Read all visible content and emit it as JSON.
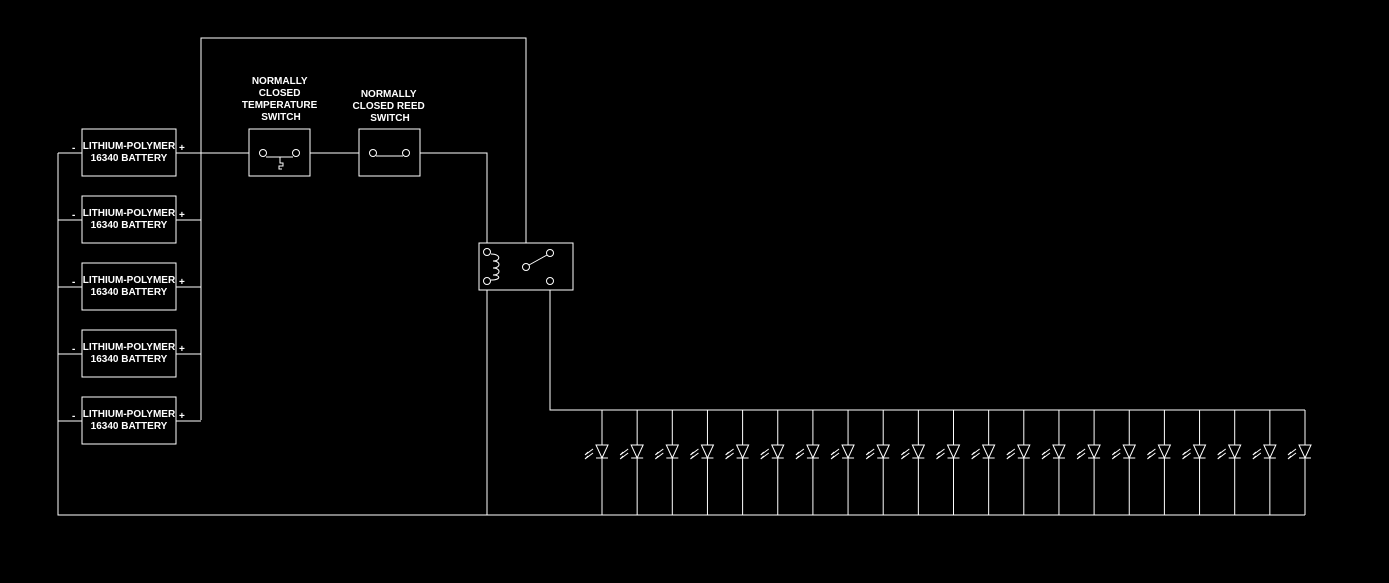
{
  "batteries": [
    {
      "line1": "LITHIUM-POLYMER",
      "line2": "16340 BATTERY",
      "neg": "-",
      "pos": "+"
    },
    {
      "line1": "LITHIUM-POLYMER",
      "line2": "16340 BATTERY",
      "neg": "-",
      "pos": "+"
    },
    {
      "line1": "LITHIUM-POLYMER",
      "line2": "16340 BATTERY",
      "neg": "-",
      "pos": "+"
    },
    {
      "line1": "LITHIUM-POLYMER",
      "line2": "16340 BATTERY",
      "neg": "-",
      "pos": "+"
    },
    {
      "line1": "LITHIUM-POLYMER",
      "line2": "16340 BATTERY",
      "neg": "-",
      "pos": "+"
    }
  ],
  "temp_switch": {
    "lines": [
      "NORMALLY",
      "CLOSED",
      "TEMPERATURE",
      "SWITCH"
    ]
  },
  "reed_switch": {
    "lines": [
      "NORMALLY",
      "CLOSED REED",
      "SWITCH"
    ]
  },
  "led_count": 21,
  "colors": {
    "background": "#000000",
    "line": "#ffffff"
  }
}
